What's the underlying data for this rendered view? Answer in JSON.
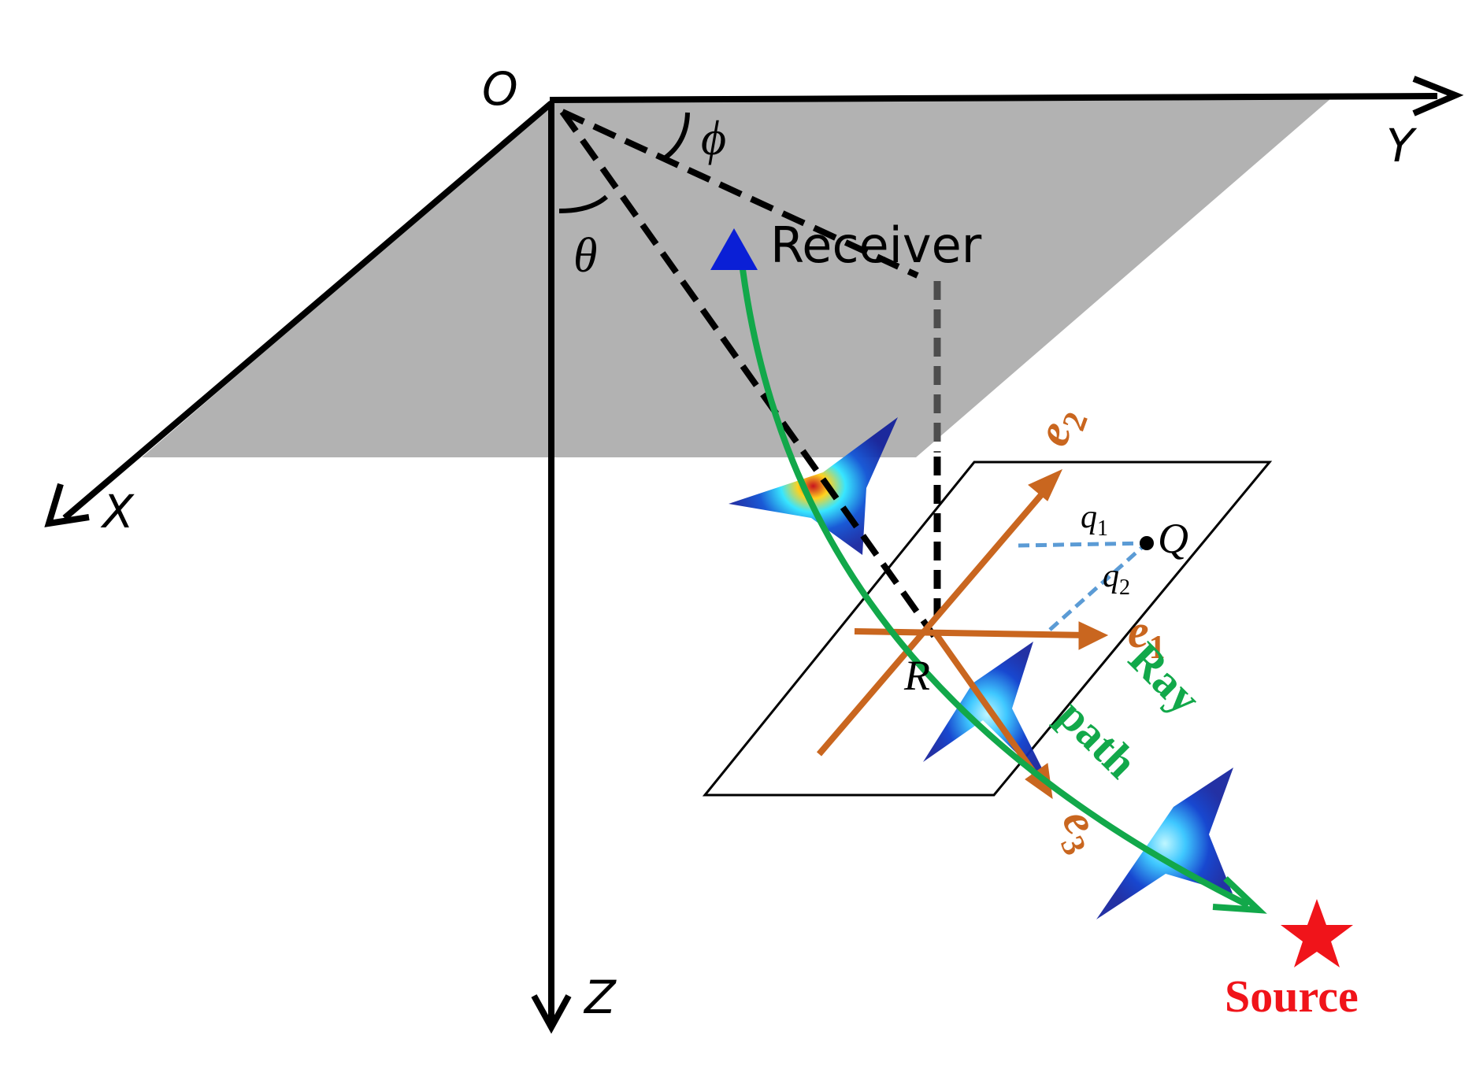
{
  "axes": {
    "origin": "O",
    "x": "X",
    "y": "Y",
    "z": "Z"
  },
  "angles": {
    "theta": "θ",
    "phi": "ϕ"
  },
  "receiver": {
    "label": "Receiver",
    "color": "#0a1fd6"
  },
  "source": {
    "label": "Source",
    "color": "#f0141a"
  },
  "ray_path": {
    "word1": "Ray",
    "word2": "path",
    "color": "#12a84a"
  },
  "local_frame": {
    "point_R": "R",
    "point_Q": "Q",
    "e1_base": "e",
    "e1_sub": "1",
    "e2_base": "e",
    "e2_sub": "2",
    "e3_base": "e",
    "e3_sub": "3",
    "q1_base": "q",
    "q1_sub": "1",
    "q2_base": "q",
    "q2_sub": "2",
    "vector_color": "#c9661f",
    "q_line_color": "#5b9bd5"
  },
  "surface_color": "#b2b2b2"
}
